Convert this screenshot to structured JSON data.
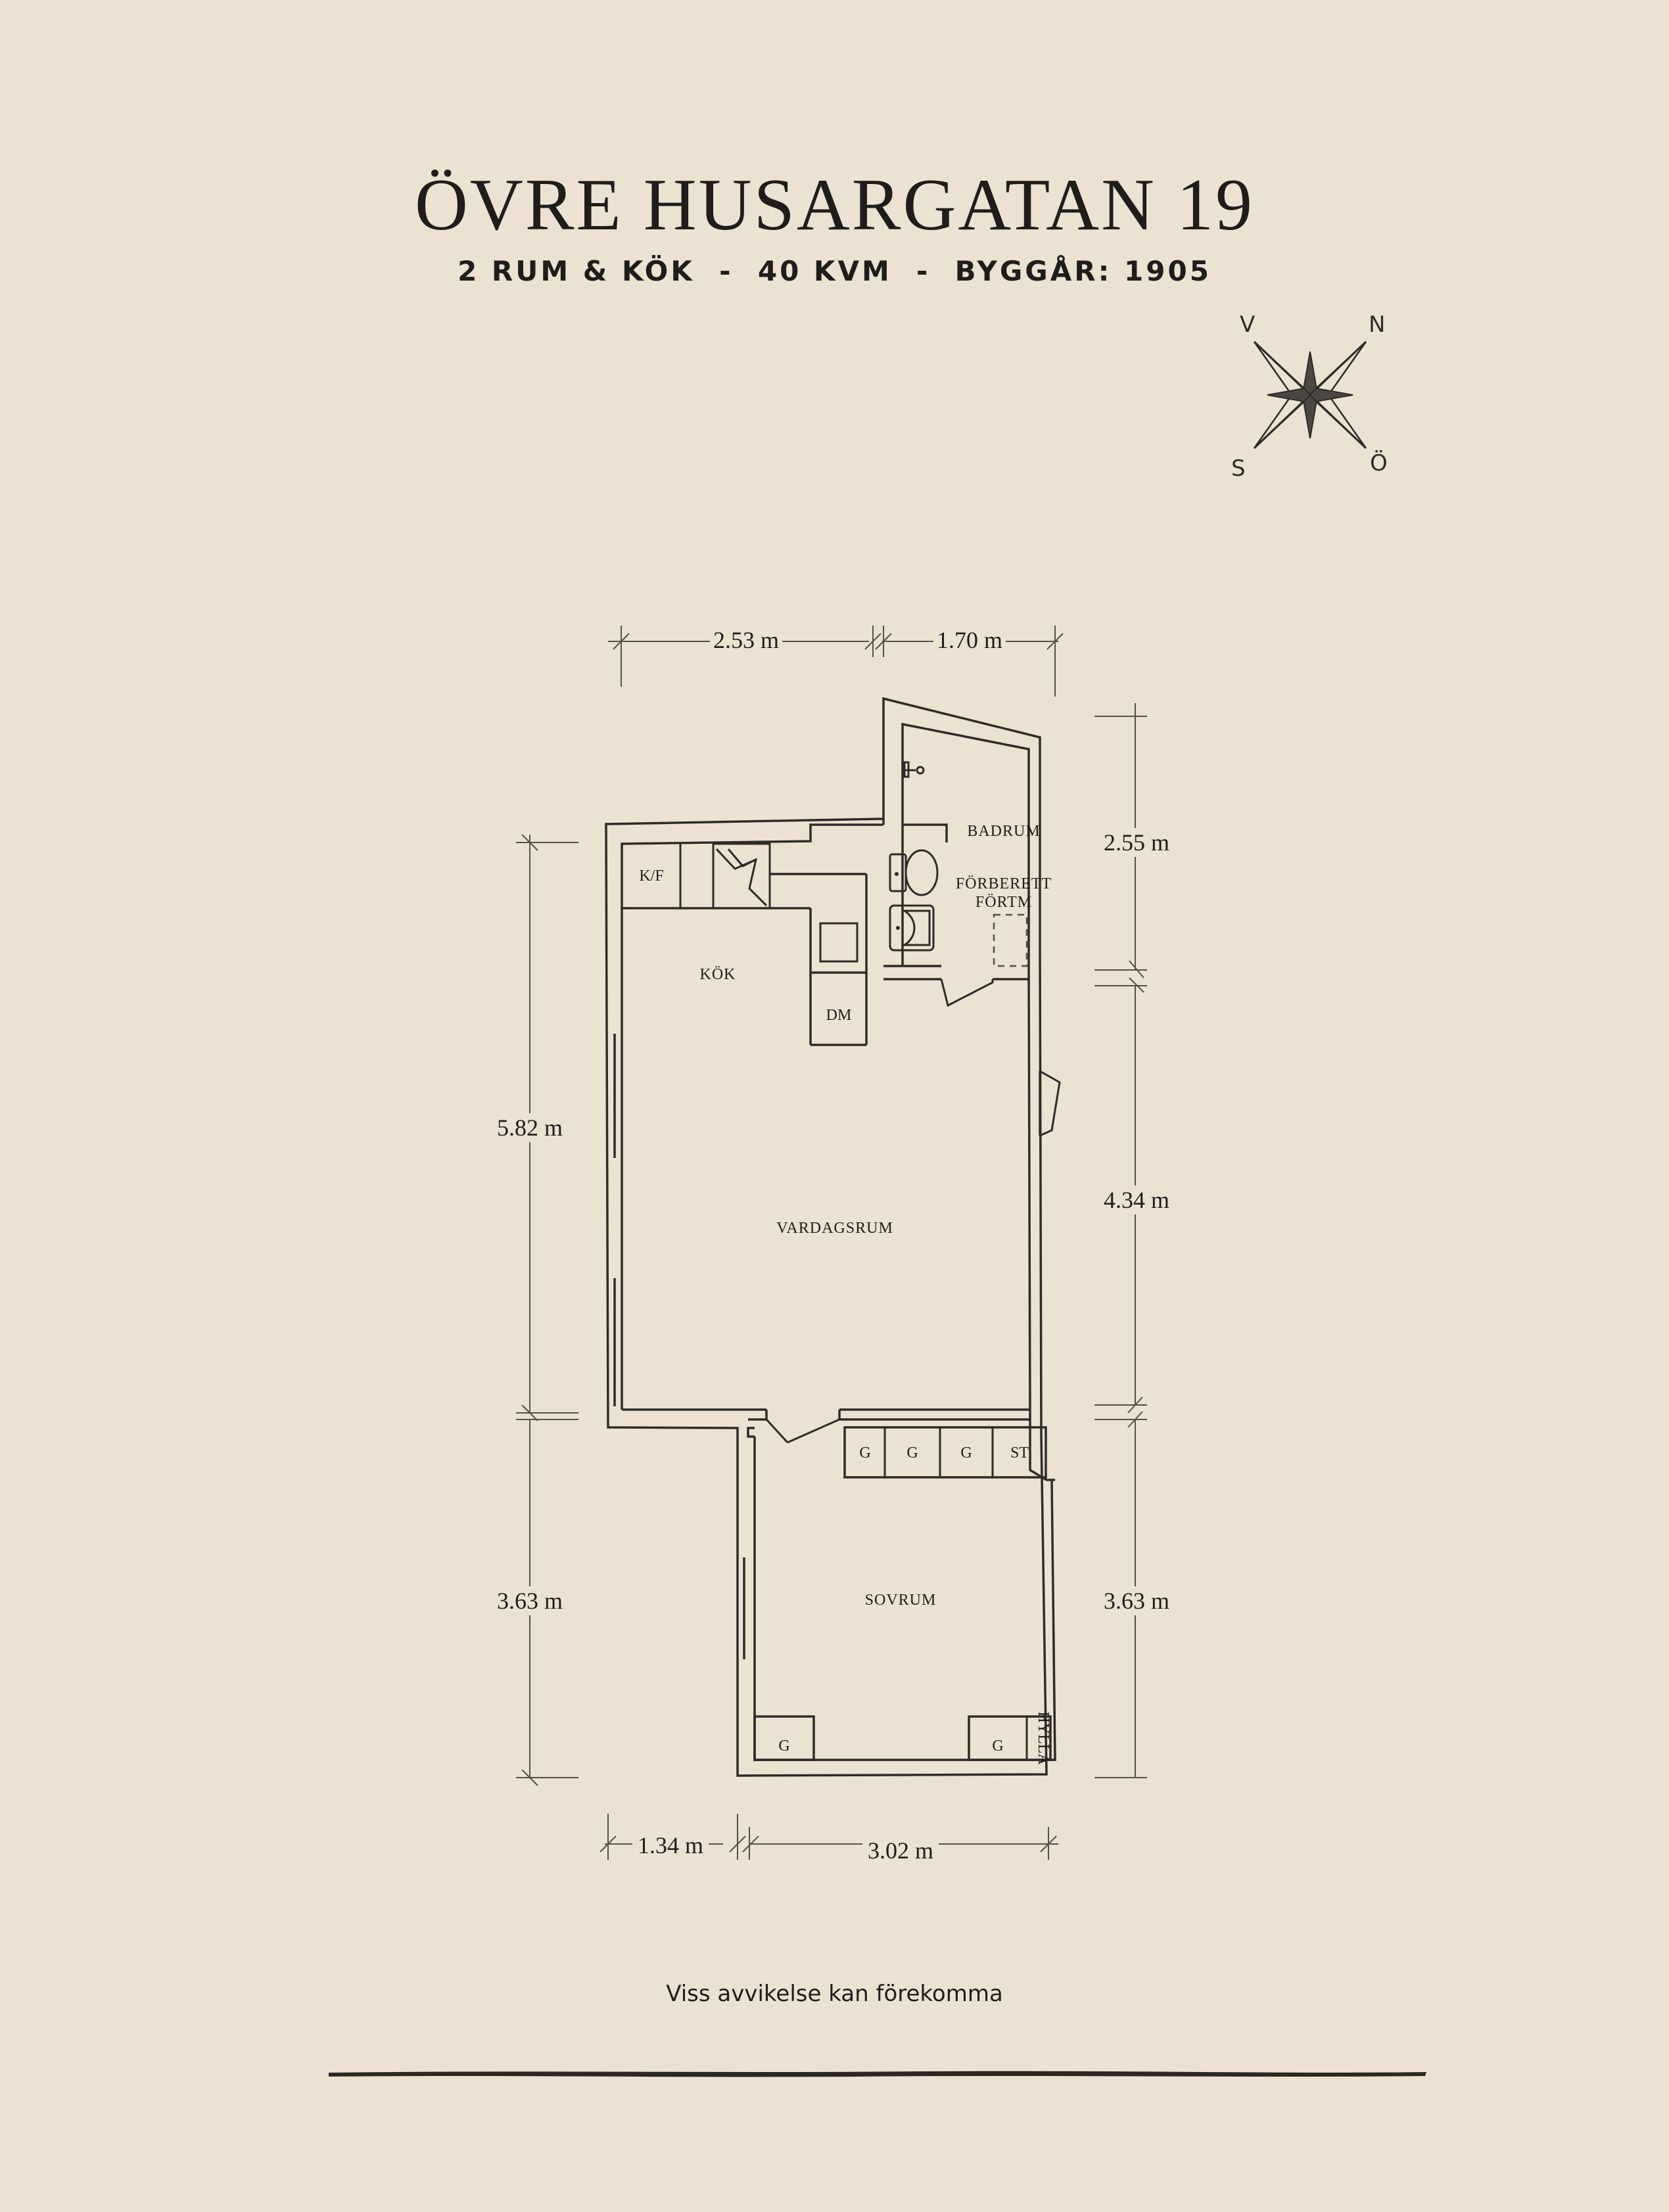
{
  "header": {
    "title": "ÖVRE HUSARGATAN 19",
    "subtitle": "2 RUM & KÖK  -  40 KVM  -  BYGGÅR: 1905"
  },
  "compass": {
    "v": "V",
    "n": "N",
    "s": "S",
    "o": "Ö"
  },
  "rooms": {
    "kok": "KÖK",
    "vardagsrum": "VARDAGSRUM",
    "sovrum": "SOVRUM",
    "badrum": "BADRUM",
    "forberett_1": "FÖRBERETT",
    "forberett_2": "FÖRTM"
  },
  "fixtures": {
    "kf": "K/F",
    "dm": "DM",
    "g1": "G",
    "g2": "G",
    "g3": "G",
    "st": "ST",
    "g4": "G",
    "g5": "G",
    "hylla": "HYLLA"
  },
  "dimensions": {
    "top_left": "2.53 m",
    "top_right": "1.70 m",
    "right_top": "2.55 m",
    "right_mid": "4.34 m",
    "right_bottom": "3.63 m",
    "left_mid": "5.82 m",
    "left_bottom": "3.63 m",
    "bottom_left": "1.34 m",
    "bottom_right": "3.02 m"
  },
  "footer": "Viss avvikelse kan förekomma",
  "colors": {
    "background": "#ebe2d1",
    "ink": "#2e2b28"
  }
}
